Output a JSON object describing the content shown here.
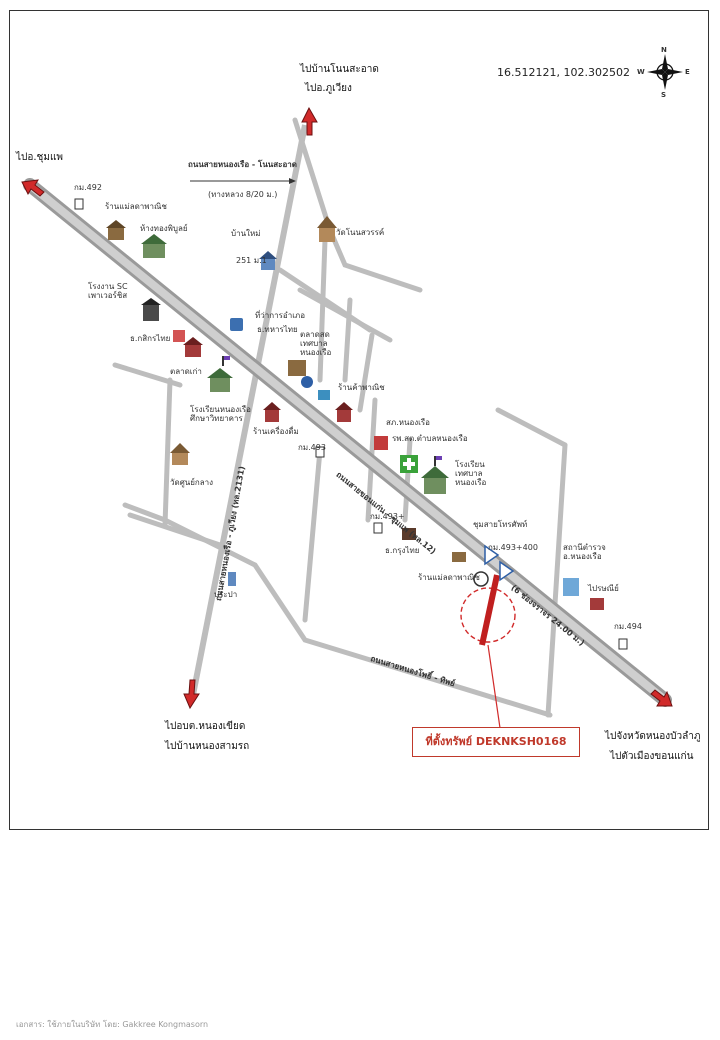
{
  "coordinates": "16.512121, 102.302502",
  "compass": {
    "n": "N",
    "s": "S",
    "e": "E",
    "w": "W"
  },
  "destinations": {
    "north_line1": "ไปบ้านโนนสะอาด",
    "north_line2": "ไปอ.ภูเวียง",
    "northwest": "ไปอ.ชุมแพ",
    "south_line1": "ไปอบต.หนองเขียด",
    "south_line2": "ไปบ้านหนองสามรถ",
    "southeast_line1": "ไปจังหวัดหนองบัวลำภู",
    "southeast_line2": "ไปตัวเมืองขอนแก่น"
  },
  "roads": {
    "rural_road": "ถนนสายหนองเรือ - โนนสะอาด",
    "rural_road_sub": "(ทางหลวง 8/20 ม.)",
    "highway": "ถนนสายขอนแก่น - ชุมแพ (ทล.12)",
    "highway_lanes": "(6 ช่องจราจร 24.00 ม.)",
    "local_road": "ถนนสายหนองเรือ - ภูเวียง (ทล.2131)",
    "south_road": "ถนนสายหนองโพธิ์ - ทิพย์"
  },
  "km_markers": [
    "กม.492",
    "กม.493",
    "กม.493+",
    "กม.493+400",
    "กม.494"
  ],
  "places": {
    "restaurant_nw": "ร้านแม่ลดาพาณิช",
    "shop_nw": "ห้างทองพิบูลย์",
    "sc_factory": "โรงงาน SC เพาเวอร์ชิส",
    "kasikorn": "ธ.กสิกรไทย",
    "market_small": "ตลาดเก่า",
    "school_nongruea": "โรงเรียนหนองเรือ ศึกษาวิทยาคาร",
    "wat_nw": "วัดศูนย์กลาง",
    "ban_nong": "บ้านใหม่",
    "moo": "251 ม.1",
    "wat_ne": "วัดโนนสวรรค์",
    "district_office": "ที่ว่าการอำเภอ",
    "bank": "ธ.ทหารไทย",
    "municipal_market": "ตลาดสด เทศบาลหนองเรือ",
    "shop_mid": "ร้านค้าพาณิช",
    "store_mid": "ร้านเครื่องดื่ม",
    "police": "สภ.หนองเรือ",
    "hospital": "รพ.สต.ตำบลหนองเรือ",
    "school_mid": "โรงเรียน เทศบาลหนองเรือ",
    "krungthai": "ธ.กรุงไทย",
    "restaurant_se": "ร้านแม่ลดาพาณิช",
    "telecom": "ชุมสายโทรศัพท์",
    "water": "ประปา",
    "office_se": "สถานีตำรวจ อ.หนองเรือ",
    "postoffice": "ไปรษณีย์"
  },
  "property_label": "ที่ตั้งทรัพย์ DEKNKSH0168",
  "footer": "เอกสาร: ใช้ภายในบริษัท โดย: Gakkree Kongmasorn",
  "colors": {
    "road": "#b8b8b8",
    "arrow": "#d12a2a",
    "property": "#d12a2a",
    "label_border": "#c0392b"
  }
}
